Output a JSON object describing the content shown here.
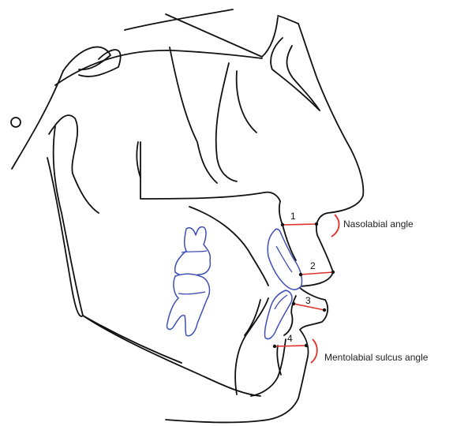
{
  "colors": {
    "outline": "#111111",
    "teeth": "#3e4fb5",
    "measurements": "#e0312b",
    "background": "#ffffff"
  },
  "measurements": [
    {
      "number": "1"
    },
    {
      "number": "2"
    },
    {
      "number": "3"
    },
    {
      "number": "4"
    }
  ],
  "angles": {
    "nasolabial": "Nasolabial angle",
    "mentolabial": "Mentolabial sulcus angle"
  }
}
